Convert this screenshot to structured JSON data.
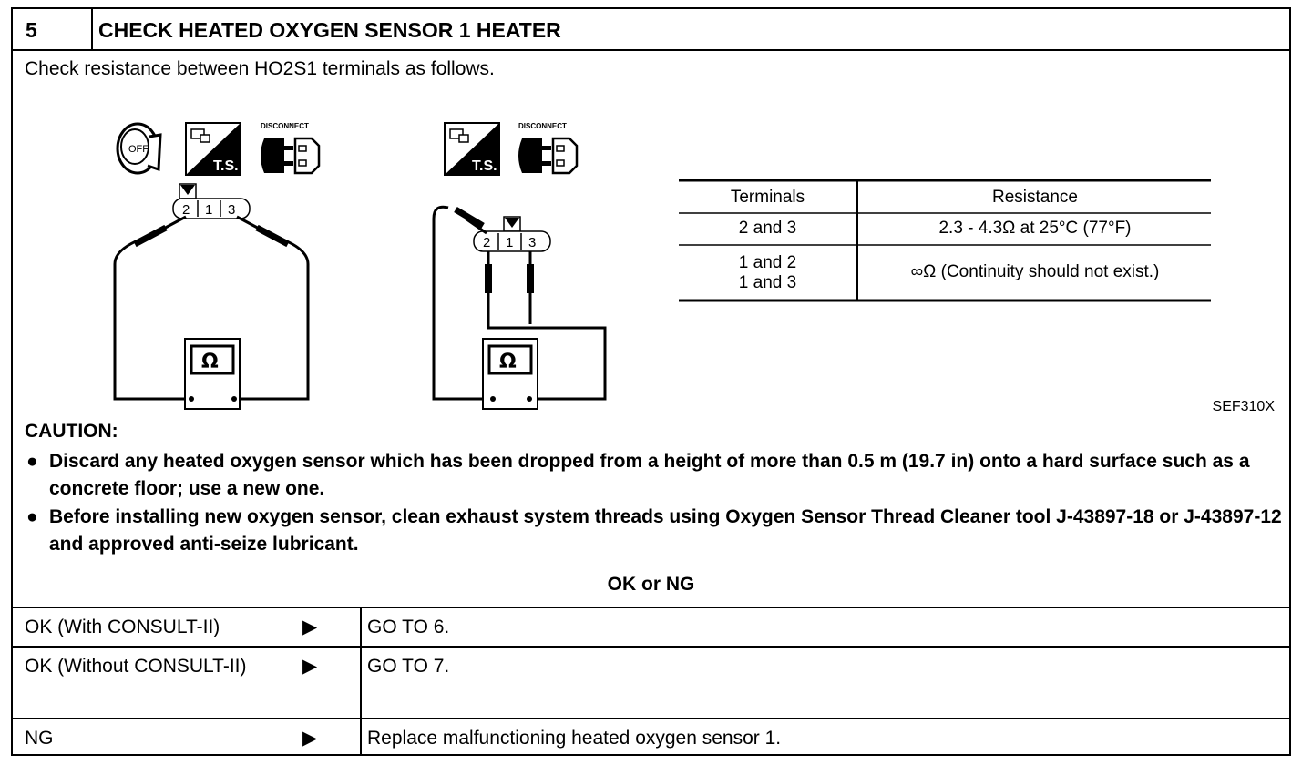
{
  "step": {
    "number": "5",
    "title": "CHECK HEATED OXYGEN SENSOR 1 HEATER",
    "intro": "Check resistance between HO2S1 terminals as follows."
  },
  "icons": {
    "disconnect_label": "DISCONNECT",
    "ts_label": "T.S.",
    "off_label": "OFF",
    "ohm_symbol": "Ω"
  },
  "connector": {
    "terminals": [
      "2",
      "1",
      "3"
    ]
  },
  "spec_table": {
    "headers": [
      "Terminals",
      "Resistance"
    ],
    "rows": [
      {
        "terminals": "2 and 3",
        "resistance": "2.3 - 4.3Ω at 25°C (77°F)"
      },
      {
        "terminals_line1": "1 and 2",
        "terminals_line2": "1 and 3",
        "resistance": "∞Ω (Continuity should not exist.)"
      }
    ]
  },
  "figure_id": "SEF310X",
  "caution": {
    "heading": "CAUTION:",
    "items": [
      "Discard any heated oxygen sensor which has been dropped from a height of more than 0.5 m (19.7 in) onto a hard surface such as a concrete floor; use a new one.",
      "Before installing new oxygen sensor, clean exhaust system threads using Oxygen Sensor Thread Cleaner tool J-43897-18 or J-43897-12 and approved anti-seize lubricant."
    ]
  },
  "ok_ng_label": "OK or NG",
  "results": [
    {
      "condition": "OK (With CONSULT-II)",
      "action": "GO TO 6."
    },
    {
      "condition": "OK (Without CONSULT-II)",
      "action": "GO TO 7."
    },
    {
      "condition": "NG",
      "action": "Replace malfunctioning heated oxygen sensor 1."
    }
  ]
}
